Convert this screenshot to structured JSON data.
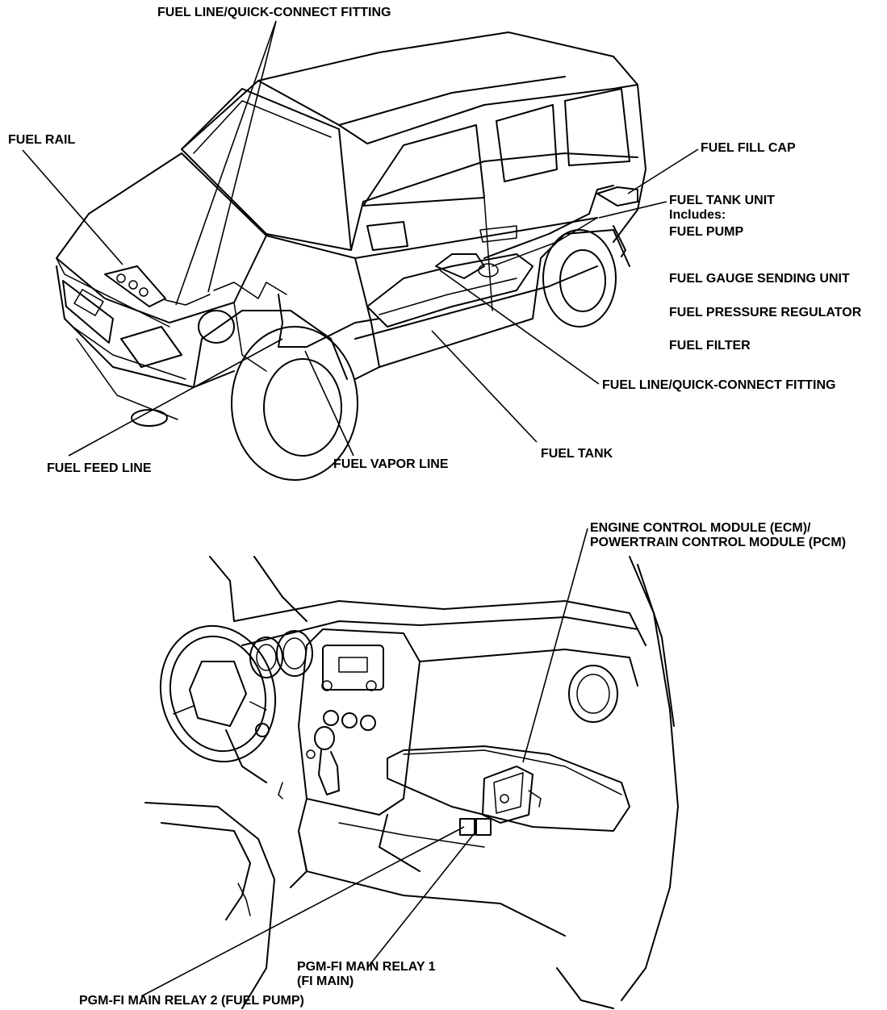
{
  "top_diagram": {
    "labels": {
      "fuel_line_quick_connect_top": "FUEL LINE/QUICK-CONNECT FITTING",
      "fuel_rail": "FUEL RAIL",
      "fuel_fill_cap": "FUEL FILL CAP",
      "fuel_tank_unit_line1": "FUEL TANK UNIT",
      "fuel_tank_unit_line2": "Includes:",
      "fuel_pump": "FUEL PUMP",
      "fuel_gauge_sending_unit": "FUEL GAUGE SENDING UNIT",
      "fuel_pressure_regulator": "FUEL PRESSURE REGULATOR",
      "fuel_filter": "FUEL FILTER",
      "fuel_line_quick_connect_right": "FUEL LINE/QUICK-CONNECT FITTING",
      "fuel_tank": "FUEL TANK",
      "fuel_vapor_line": "FUEL VAPOR LINE",
      "fuel_feed_line": "FUEL FEED LINE"
    }
  },
  "bottom_diagram": {
    "labels": {
      "ecm_line1": "ENGINE CONTROL MODULE (ECM)/",
      "ecm_line2": "POWERTRAIN CONTROL MODULE (PCM)",
      "relay1_line1": "PGM-FI MAIN RELAY 1",
      "relay1_line2": "(FI MAIN)",
      "relay2": "PGM-FI MAIN RELAY 2 (FUEL PUMP)"
    }
  },
  "colors": {
    "ink": "#000000",
    "paper": "#ffffff"
  }
}
